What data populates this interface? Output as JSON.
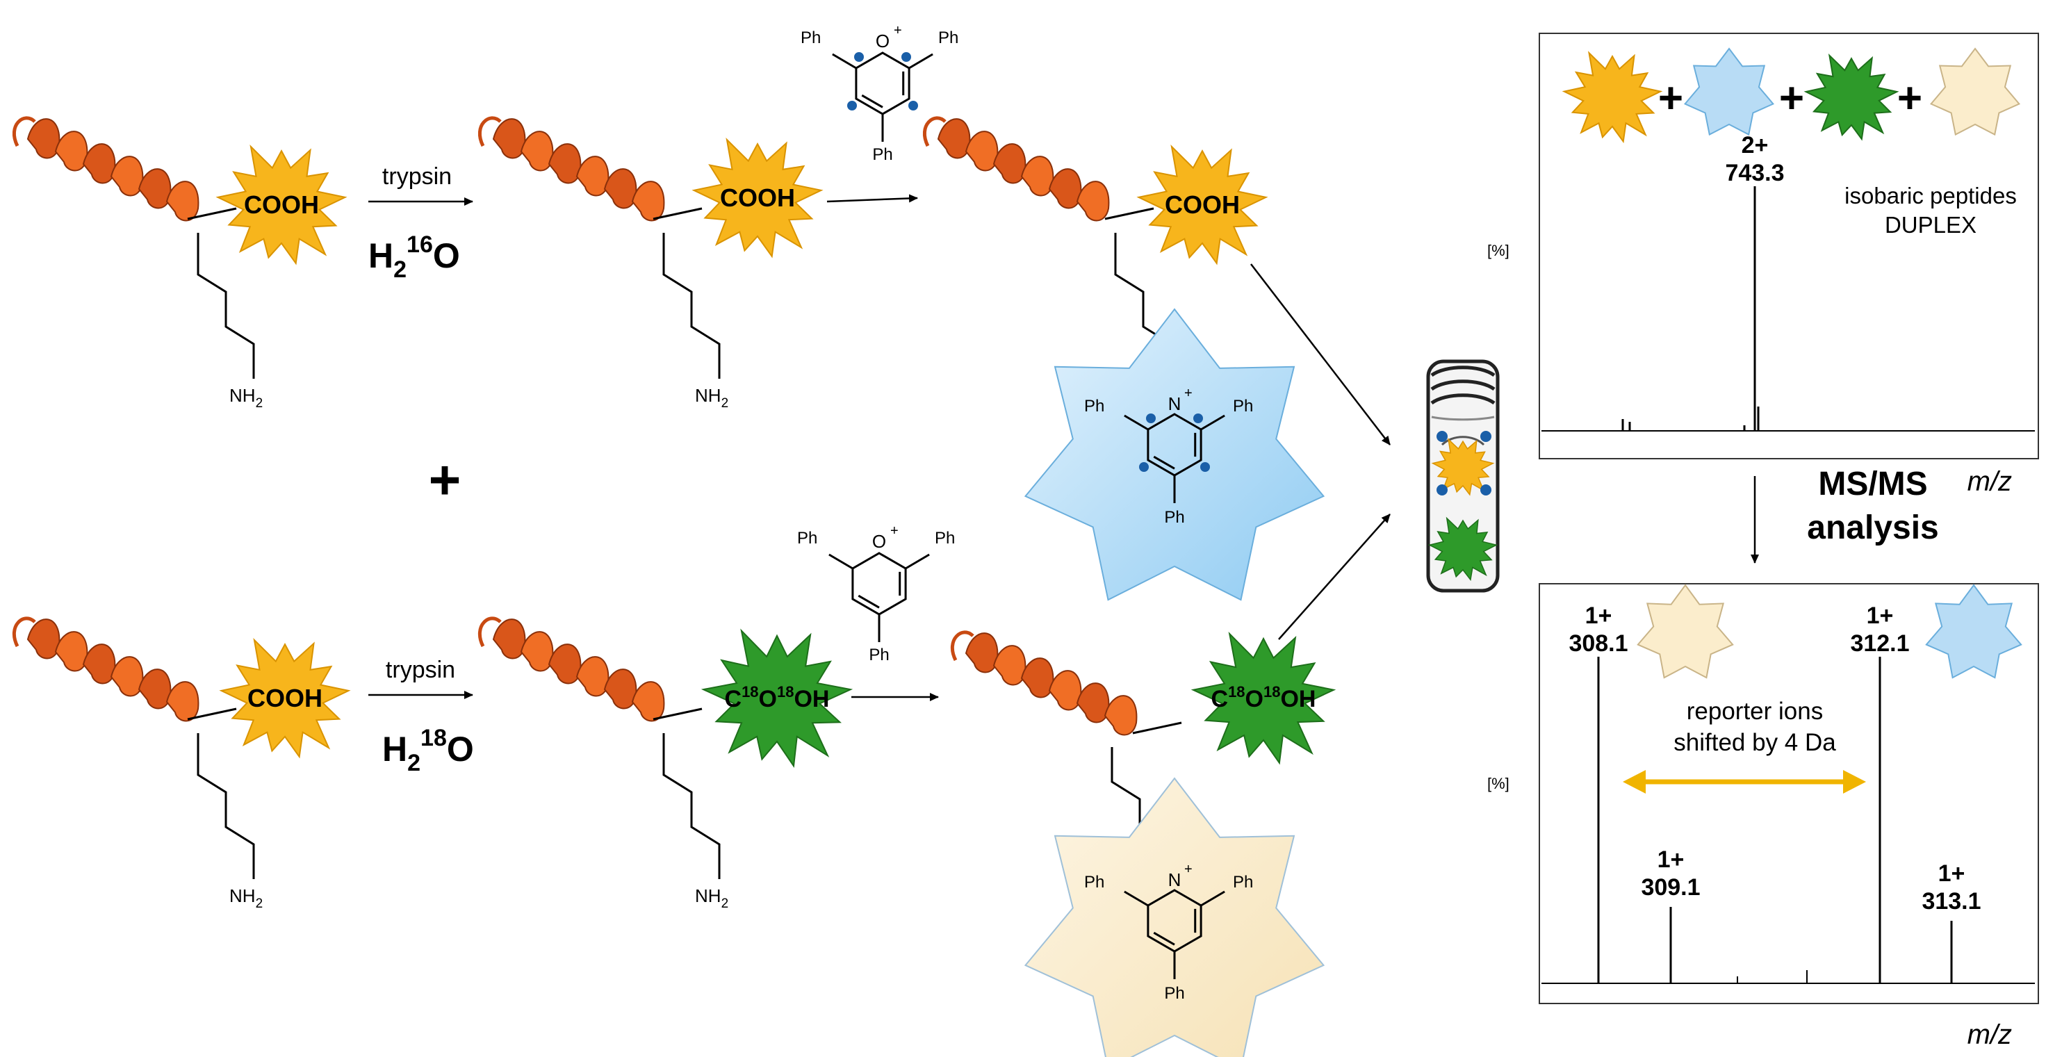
{
  "colors": {
    "helix": "#e8601c",
    "helix_dark": "#a83a0c",
    "cooh_star": "#f7b51c",
    "heavy_star": "#2e9a2a",
    "blue_star": "#b8dcf5",
    "cream_star": "#fbedcc",
    "blue_dot": "#1a5fa8",
    "reporter_arrow": "#f0b400"
  },
  "top_row": {
    "cooh_1": "COOH",
    "reagent_1": "trypsin",
    "water_1": {
      "base": "H",
      "sub": "2",
      "sup": "16",
      "tail": "O"
    },
    "cooh_2": "COOH",
    "cooh_3": "COOH",
    "amine_1": {
      "base": "NH",
      "sub": "2"
    },
    "amine_2": {
      "base": "NH",
      "sub": "2"
    },
    "pyrylium_top": {
      "o": "O",
      "charge": "+",
      "ph": "Ph"
    },
    "pyridinium_top": {
      "n": "N",
      "charge": "+",
      "ph": "Ph"
    }
  },
  "plus_mid": "+",
  "bottom_row": {
    "cooh_1": "COOH",
    "reagent_1": "trypsin",
    "water_1": {
      "base": "H",
      "sub": "2",
      "sup": "18",
      "tail": "O"
    },
    "heavy_2": {
      "a": "C",
      "s1": "18",
      "b": "O",
      "s2": "18",
      "c": "OH"
    },
    "heavy_3": {
      "a": "C",
      "s1": "18",
      "b": "O",
      "s2": "18",
      "c": "OH"
    },
    "amine_1": {
      "base": "NH",
      "sub": "2"
    },
    "amine_2": {
      "base": "NH",
      "sub": "2"
    },
    "pyrylium_bot": {
      "o": "O",
      "charge": "+",
      "ph": "Ph"
    },
    "pyridinium_bot": {
      "n": "N",
      "charge": "+",
      "ph": "Ph"
    }
  },
  "spectrum_top": {
    "plus": "+",
    "peak_charge": "2+",
    "peak_mz": "743.3",
    "note_line1": "isobaric peptides",
    "note_line2": "DUPLEX",
    "ylabel": "[%]",
    "xlabel": "m/z"
  },
  "msms_line1": "MS/MS",
  "msms_line2": "analysis",
  "spectrum_bottom": {
    "ylabel": "[%]",
    "xlabel": "m/z",
    "peaks": [
      {
        "charge": "1+",
        "mz": "308.1"
      },
      {
        "charge": "1+",
        "mz": "309.1"
      },
      {
        "charge": "1+",
        "mz": "312.1"
      },
      {
        "charge": "1+",
        "mz": "313.1"
      }
    ],
    "note_line1": "reporter ions",
    "note_line2": "shifted by 4 Da"
  }
}
